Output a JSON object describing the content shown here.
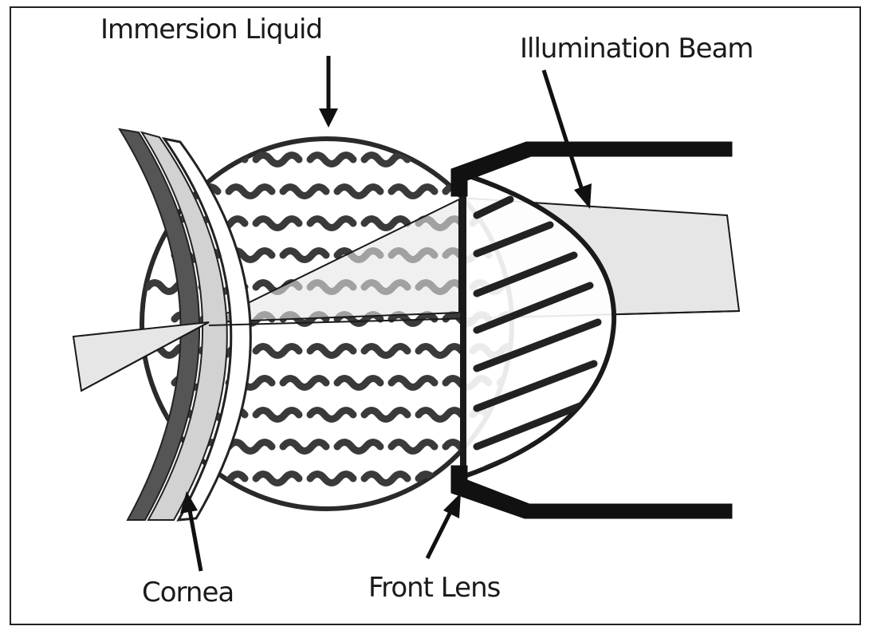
{
  "labels": {
    "immersion_liquid": "Immersion Liquid",
    "illumination_beam": "Illumination Beam",
    "cornea": "Cornea",
    "front_lens": "Front Lens"
  },
  "colors": {
    "ink": "#1a1a1a",
    "beam_fill": "#e6e6e6",
    "cornea_dark": "#555555",
    "cornea_light": "#d2d2d2"
  }
}
